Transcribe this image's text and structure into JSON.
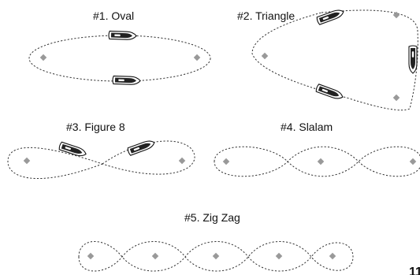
{
  "patterns": [
    {
      "title": "#1. Oval"
    },
    {
      "title": "#2. Triangle"
    },
    {
      "title": "#3. Figure 8"
    },
    {
      "title": "#4. Slalam"
    },
    {
      "title": "#5. Zig Zag"
    }
  ],
  "page_number_fragment": "11",
  "colors": {
    "buoy": "#999999",
    "path": "#333333",
    "text": "#111111"
  },
  "icons": {
    "boat": "jet-ski-icon",
    "buoy": "buoy-icon"
  }
}
